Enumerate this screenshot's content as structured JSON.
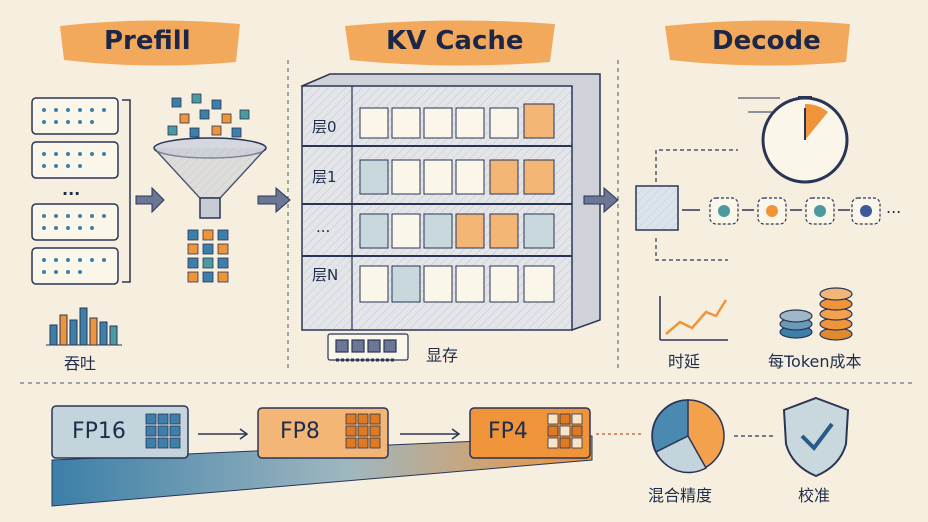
{
  "sections": {
    "prefill": "Prefill",
    "kvcache": "KV Cache",
    "decode": "Decode"
  },
  "prefill": {
    "batch_ellipsis": "...",
    "throughput_label": "吞吐"
  },
  "kv_cache": {
    "layers": [
      "层0",
      "层1",
      "...",
      "层N"
    ],
    "memory_label": "显存"
  },
  "decode": {
    "ellipsis": "...",
    "latency_label": "时延",
    "cost_label": "每Token成本"
  },
  "precision": {
    "levels": [
      "FP16",
      "FP8",
      "FP4"
    ],
    "mixed_label": "混合精度",
    "calibration_label": "校准"
  },
  "colors": {
    "background": "#f6efdf",
    "ink": "#1f2c4a",
    "orange": "#f0943a",
    "blue": "#3c7fa8",
    "teal": "#4a9aa0"
  }
}
